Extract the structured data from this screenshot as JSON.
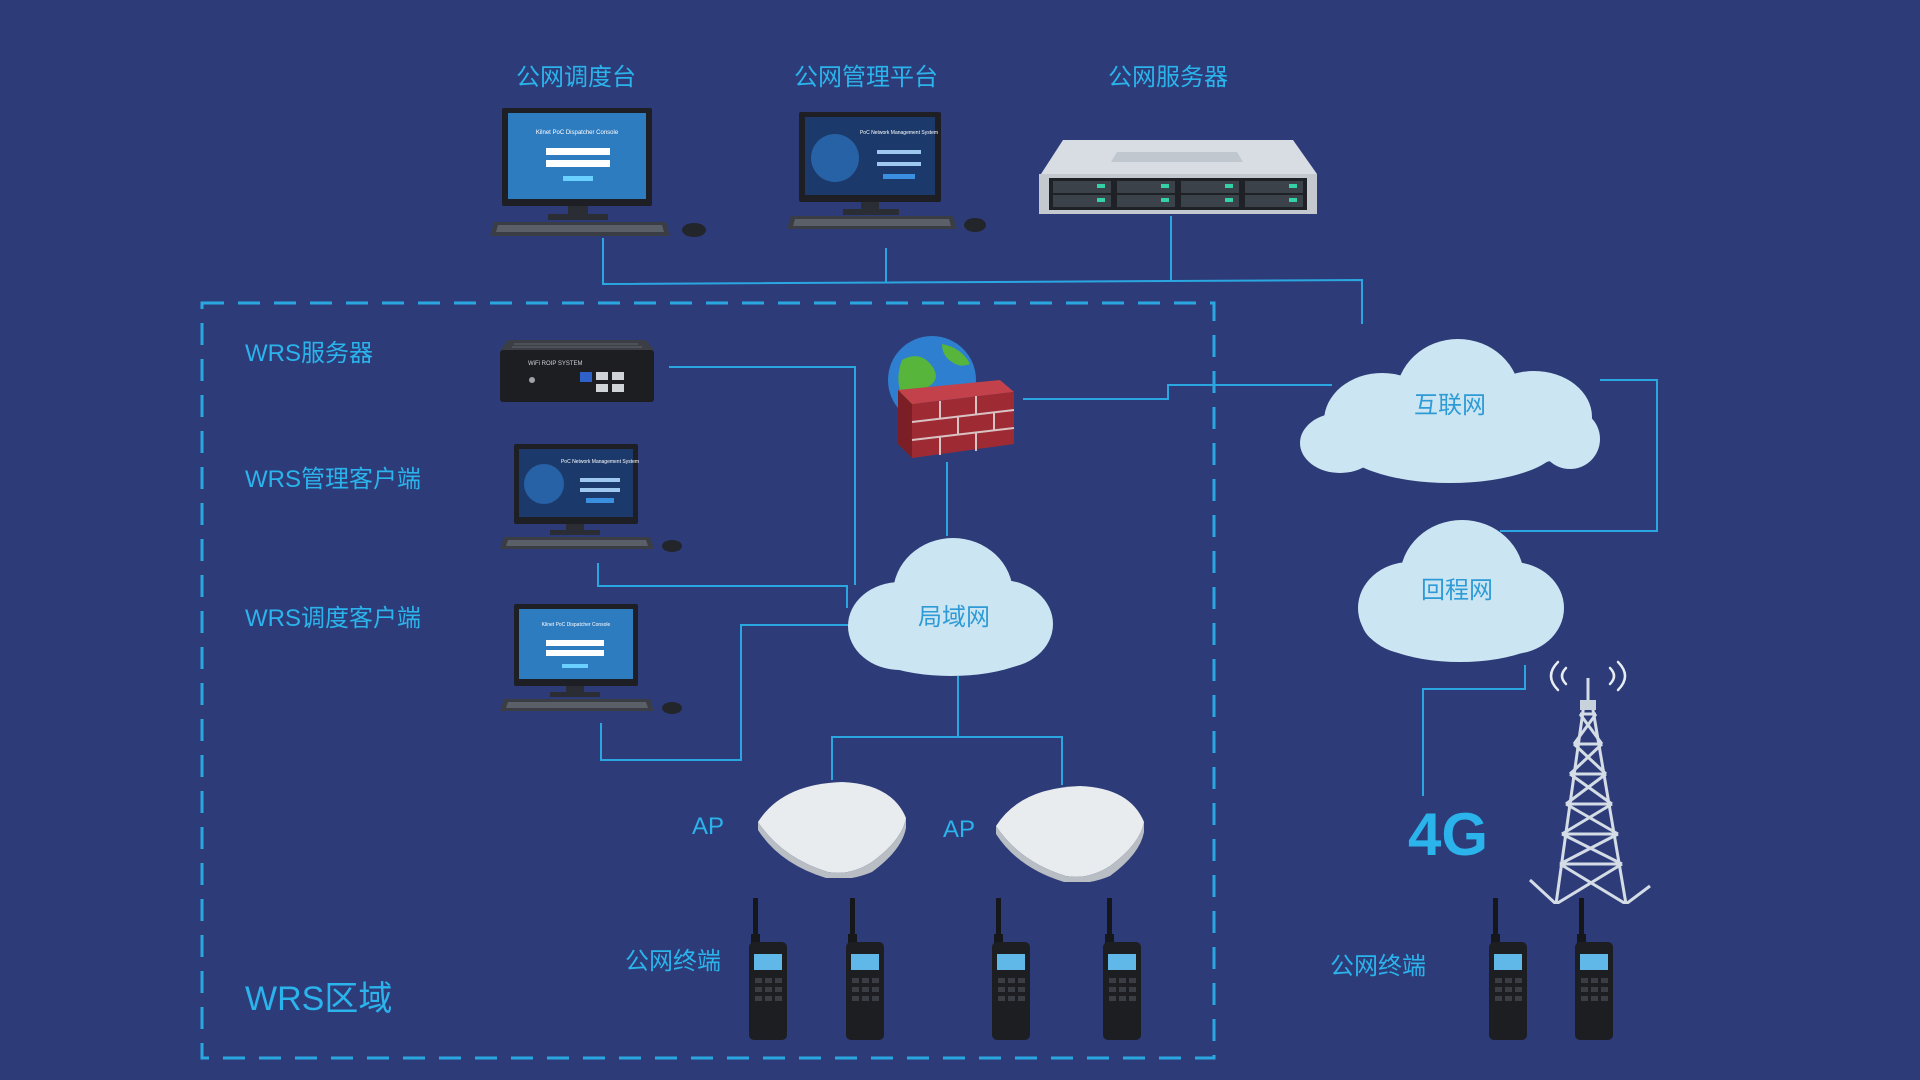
{
  "colors": {
    "background": "#2d3c78",
    "line": "#2aa7e1",
    "label": "#2bb3ec",
    "cloud": "#cbe6f2",
    "zone_border": "#2aa7e1"
  },
  "labels": {
    "public_dispatch": "公网调度台",
    "public_mgmt": "公网管理平台",
    "public_server": "公网服务器",
    "wrs_server": "WRS服务器",
    "wrs_mgmt_client": "WRS管理客户端",
    "wrs_dispatch_client": "WRS调度客户端",
    "ap_1": "AP",
    "ap_2": "AP",
    "wrs_terminal": "公网终端",
    "public_terminal": "公网终端",
    "wrs_zone": "WRS区域",
    "network_4g": "4G"
  },
  "clouds": {
    "internet": "互联网",
    "backhaul": "回程网",
    "lan": "局域网"
  },
  "screens": {
    "dispatch_title": "Kilnet PoC Dispatcher Console",
    "mgmt_title": "PoC Network Management System",
    "wrs_box": "WiFi ROIP SYSTEM"
  },
  "icons": [
    "monitor-icon",
    "keyboard-icon",
    "rack-server-icon",
    "mini-server-icon",
    "firewall-globe-icon",
    "access-point-icon",
    "walkie-talkie-icon",
    "radio-tower-icon"
  ]
}
